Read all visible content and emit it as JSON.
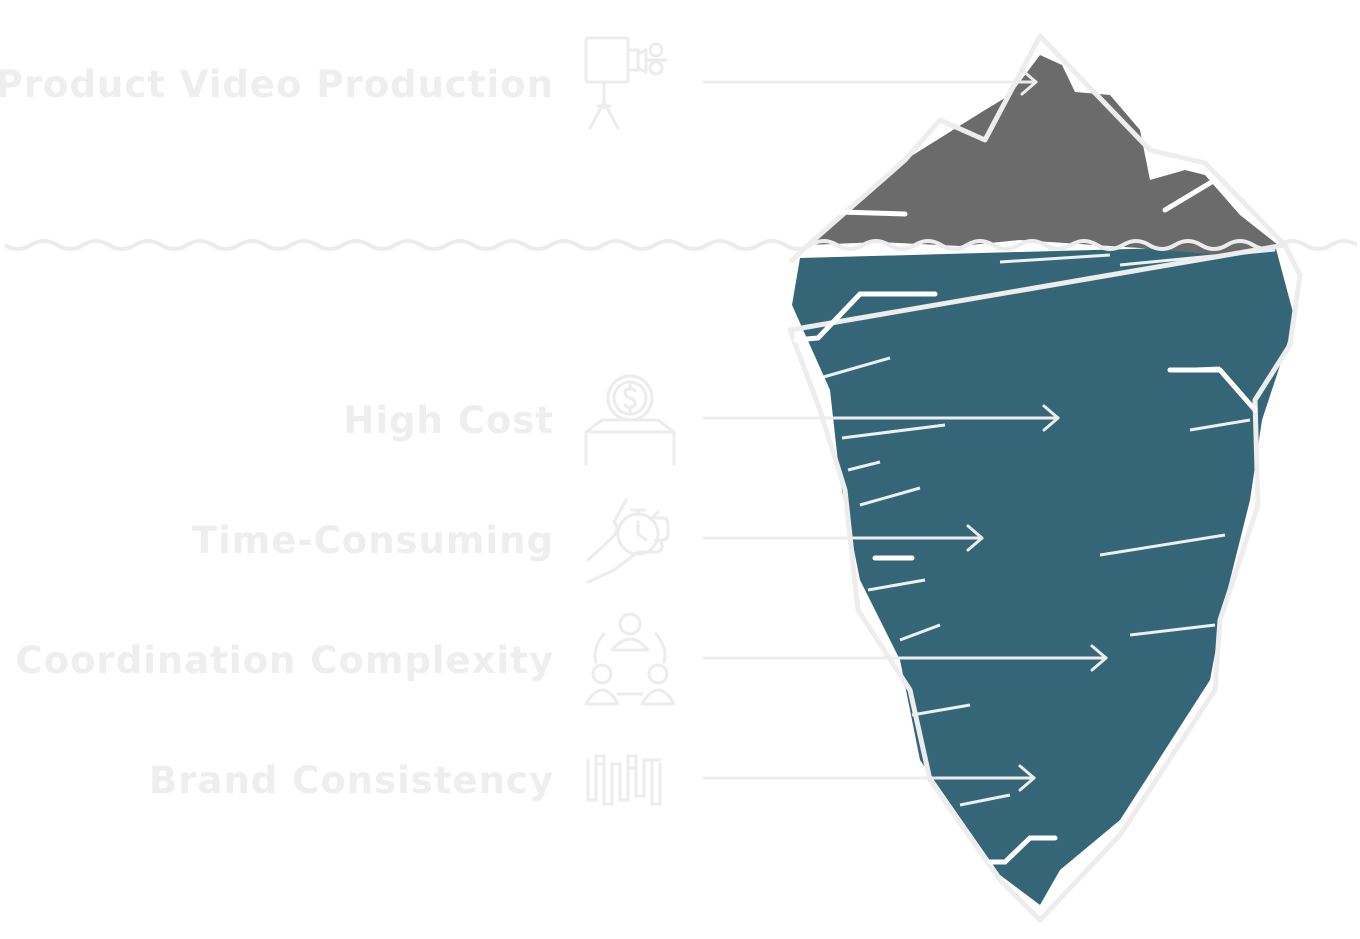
{
  "colors": {
    "background": "#ffffff",
    "label_text": "#eeeeee",
    "line": "#ececec",
    "outline": "#ededed",
    "iceberg_tip": "#6b6b6b",
    "iceberg_underwater": "#356678"
  },
  "above_water": {
    "label": "Product Video Production",
    "icon": "film-camera-icon"
  },
  "below_water": [
    {
      "label": "High Cost",
      "icon": "money-pot-icon"
    },
    {
      "label": "Time-Consuming",
      "icon": "hand-stopwatch-icon"
    },
    {
      "label": "Coordination Complexity",
      "icon": "people-group-icon"
    },
    {
      "label": "Brand Consistency",
      "icon": "brand-pattern-icon"
    }
  ]
}
